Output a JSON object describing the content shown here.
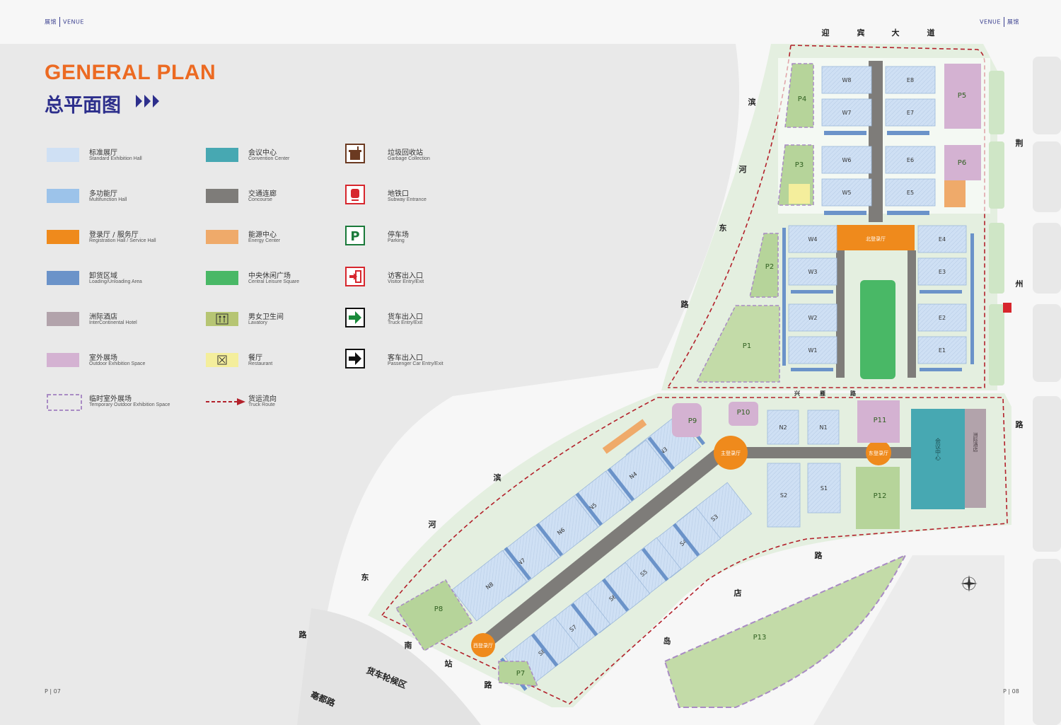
{
  "header": {
    "left_cn": "展馆",
    "left_en": "VENUE",
    "right_en": "VENUE",
    "right_cn": "展馆"
  },
  "title": {
    "en": "GENERAL PLAN",
    "cn": "总平面图"
  },
  "page_numbers": {
    "left": "P | 07",
    "right": "P | 08"
  },
  "legend": {
    "column1": [
      {
        "cn": "标准展厅",
        "en": "Standard Exhibition Hall",
        "color": "#cfe0f4",
        "icon": "swatch"
      },
      {
        "cn": "多功能厅",
        "en": "Multifunction Hall",
        "color": "#9cc3ea",
        "icon": "swatch"
      },
      {
        "cn": "登录厅 / 服务厅",
        "en": "Registration Hall / Service Hall",
        "color": "#ef8a1c",
        "icon": "swatch"
      },
      {
        "cn": "卸货区域",
        "en": "Loading/Unloading Area",
        "color": "#6b93c9",
        "icon": "swatch"
      },
      {
        "cn": "洲际酒店",
        "en": "InterContinental  Hotel",
        "color": "#b2a3ab",
        "icon": "swatch"
      },
      {
        "cn": "室外展场",
        "en": "Outdoor Exhibition Space",
        "color": "#d4b2d2",
        "icon": "swatch"
      },
      {
        "cn": "临时室外展场",
        "en": "Temporary Outdoor Exhibition Space",
        "color": "#a98bc4",
        "icon": "dashed-box"
      }
    ],
    "column2": [
      {
        "cn": "会议中心",
        "en": "Convention Center",
        "color": "#47a8b2",
        "icon": "swatch"
      },
      {
        "cn": "交通连廊",
        "en": "Concourse",
        "color": "#7e7c79",
        "icon": "swatch"
      },
      {
        "cn": "能源中心",
        "en": "Energy Center",
        "color": "#efaa6a",
        "icon": "swatch"
      },
      {
        "cn": "中央休闲广场",
        "en": "Central Leisure Square",
        "color": "#49b866",
        "icon": "swatch"
      },
      {
        "cn": "男女卫生间",
        "en": "Lavatory",
        "color": "#b6c573",
        "icon": "lavatory-icon"
      },
      {
        "cn": "餐厅",
        "en": "Restaurant",
        "color": "#f4ee9c",
        "icon": "restaurant-icon"
      },
      {
        "cn": "货运流向",
        "en": "Truck Route",
        "color": "#b3212b",
        "icon": "truck-route-line"
      }
    ],
    "column3": [
      {
        "cn": "垃圾回收站",
        "en": "Garbage Collection",
        "color": "#6b3a21",
        "icon": "garbage-icon"
      },
      {
        "cn": "地铁口",
        "en": "Subway Entrance",
        "color": "#d7262d",
        "icon": "subway-icon"
      },
      {
        "cn": "停车场",
        "en": "Parking",
        "color": "#1a7a3a",
        "icon": "parking-icon"
      },
      {
        "cn": "访客出入口",
        "en": "Visitor Entry/Exit",
        "color": "#d7262d",
        "icon": "visitor-entry-icon"
      },
      {
        "cn": "货车出入口",
        "en": "Truck Entry/Exit",
        "color": "#1a8a3a",
        "icon": "truck-entry-arrow-icon"
      },
      {
        "cn": "客车出入口",
        "en": "Passenger Car Entry/Exit",
        "color": "#111111",
        "icon": "passenger-entry-arrow-icon"
      }
    ]
  },
  "roads": {
    "ying_bin": [
      "迎",
      "宾",
      "大",
      "道"
    ],
    "bin_he_dong_upper": [
      "滨",
      "河",
      "东",
      "路"
    ],
    "jing_zhou": [
      "荆",
      "州",
      "路"
    ],
    "xing_yan": [
      "兴",
      "雁",
      "路"
    ],
    "bin_he_dong_lower": [
      "滨",
      "河",
      "东",
      "路"
    ],
    "nan_zhan": [
      "南",
      "站",
      "路"
    ],
    "dian_dong": [
      "路",
      "店",
      "岛"
    ],
    "truck_wait": "货车轮候区",
    "bo_du": "亳都路"
  },
  "north_halls": {
    "west": [
      "W8",
      "W7",
      "W6",
      "W5",
      "W4",
      "W3",
      "W2",
      "W1"
    ],
    "east": [
      "E8",
      "E7",
      "E6",
      "E5",
      "E4",
      "E3",
      "E2",
      "E1"
    ],
    "north_reg": "北登录厅"
  },
  "south_halls": {
    "n_row": [
      "N3",
      "N4",
      "N5",
      "N6",
      "N7",
      "N8"
    ],
    "s_row": [
      "S3",
      "S4",
      "S5",
      "S6",
      "S7",
      "S8"
    ],
    "mid": [
      "N2",
      "N1",
      "S2",
      "S1"
    ],
    "main_reg": "主登录厅",
    "east_reg": "东登录厅",
    "west_reg": "西登录厅",
    "convention": "会议中心",
    "hotel": "洲际酒店"
  },
  "parking": [
    "P1",
    "P2",
    "P3",
    "P4",
    "P5",
    "P6",
    "P7",
    "P8",
    "P9",
    "P10",
    "P11",
    "P12",
    "P13"
  ],
  "compass": "compass-icon"
}
